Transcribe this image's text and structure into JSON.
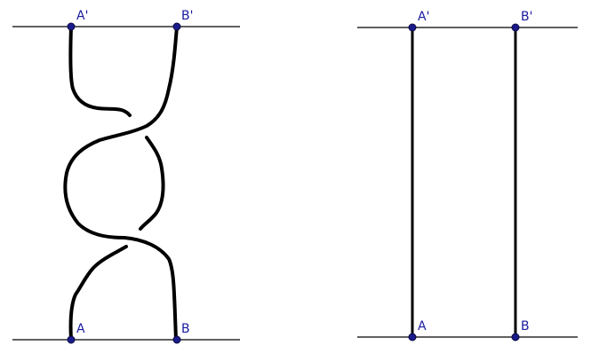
{
  "left_diagram": {
    "points": {
      "top_left": "A'",
      "top_right": "B'",
      "bottom_left": "A",
      "bottom_right": "B"
    }
  },
  "right_diagram": {
    "points": {
      "top_left": "A'",
      "top_right": "B'",
      "bottom_left": "A",
      "bottom_right": "B"
    }
  },
  "colors": {
    "point": "#1a1a8c",
    "label": "#1a1aa0",
    "strand": "#000000"
  }
}
